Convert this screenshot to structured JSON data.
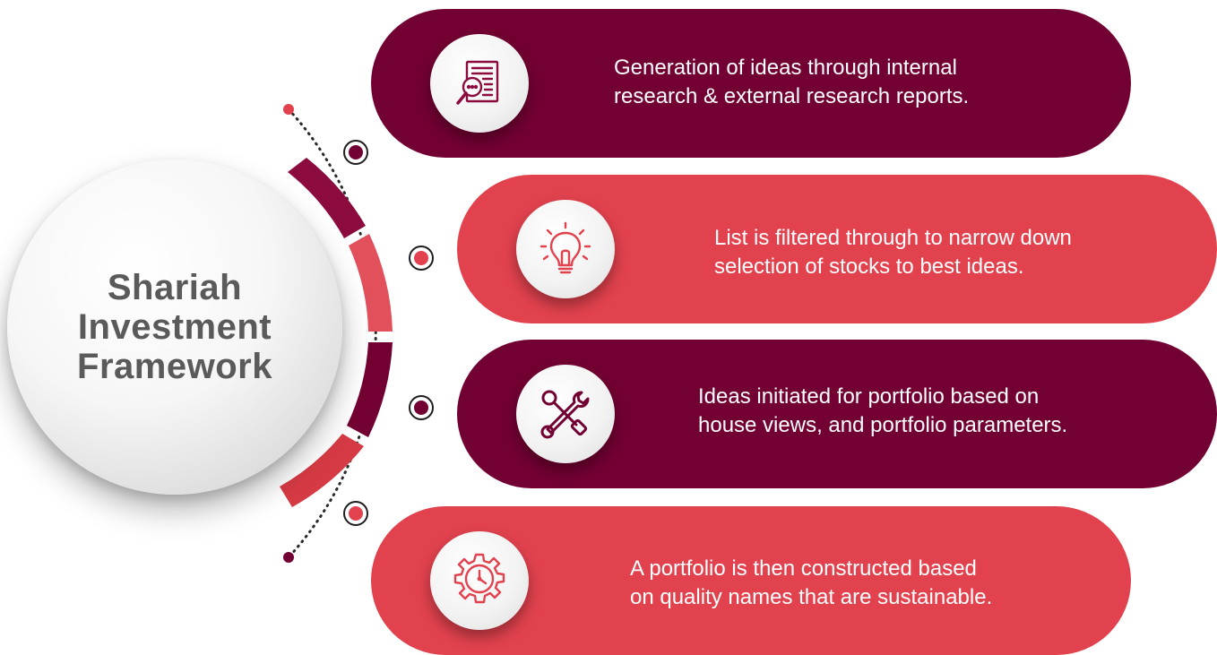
{
  "center": {
    "title_lines": [
      "Shariah",
      "Investment",
      "Framework"
    ]
  },
  "steps": [
    {
      "text_lines": [
        "Generation of ideas through internal",
        "research & external research reports."
      ],
      "icon": "research-report-magnifier-icon",
      "tone": "dark"
    },
    {
      "text_lines": [
        "List is filtered through to narrow down",
        "selection of stocks to best ideas."
      ],
      "icon": "lightbulb-icon",
      "tone": "red"
    },
    {
      "text_lines": [
        "Ideas initiated for portfolio based on",
        "house views, and portfolio parameters."
      ],
      "icon": "wrench-tools-icon",
      "tone": "dark"
    },
    {
      "text_lines": [
        "A portfolio is then constructed based",
        "on quality names that are sustainable."
      ],
      "icon": "gear-clock-icon",
      "tone": "red"
    }
  ],
  "colors": {
    "dark": "#730032",
    "red": "#e2424e",
    "title_gray": "#5a5a5a"
  }
}
